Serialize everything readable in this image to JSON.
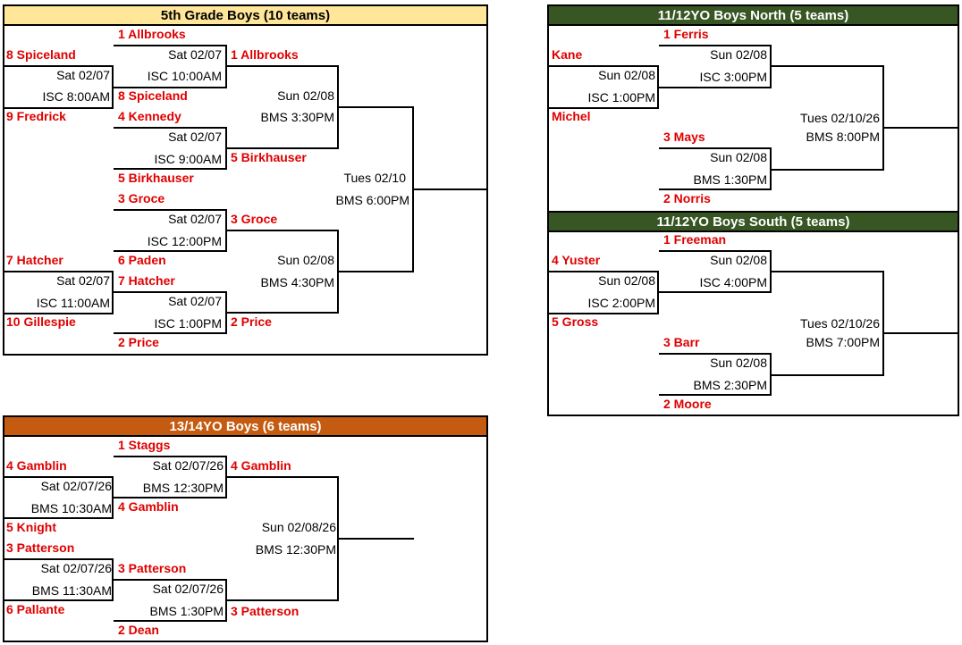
{
  "grade5": {
    "title": "5th Grade Boys (10 teams)",
    "title_bg": "#ffe699",
    "t1": "1 Allbrooks",
    "t8": "8 Spiceland",
    "t9": "9 Fredrick",
    "g1_date": "Sat 02/07",
    "g1_time": "ISC 8:00AM",
    "g2_date": "Sat 02/07",
    "g2_time": "ISC 10:00AM",
    "w_top1": "1 Allbrooks",
    "w_spiceland": "8 Spiceland",
    "t4": "4 Kennedy",
    "g3_date": "Sat 02/07",
    "g3_time": "ISC 9:00AM",
    "w_birk": "5 Birkhauser",
    "t5": "5 Birkhauser",
    "g4_date": "Sun 02/08",
    "g4_time": "BMS 3:30PM",
    "t3": "3 Groce",
    "g5_date": "Sat 02/07",
    "g5_time": "ISC 12:00PM",
    "w_groce": "3 Groce",
    "t7": "7 Hatcher",
    "t6": "6 Paden",
    "g6_date": "Sat 02/07",
    "g6_time": "ISC 11:00AM",
    "w_hatcher": "7 Hatcher",
    "t10": "10 Gillespie",
    "g7_date": "Sat 02/07",
    "g7_time": "ISC 1:00PM",
    "w_price": "2 Price",
    "t2": "2 Price",
    "g8_date": "Sun 02/08",
    "g8_time": "BMS 4:30PM",
    "final_date": "Tues 02/10",
    "final_time": "BMS 6:00PM"
  },
  "north": {
    "title": "11/12YO Boys North (5 teams)",
    "title_bg": "#375623",
    "t1": "1 Ferris",
    "kane": "Kane",
    "michel": "Michel",
    "g1_date": "Sun 02/08",
    "g1_time": "ISC 1:00PM",
    "g2_date": "Sun 02/08",
    "g2_time": "ISC 3:00PM",
    "t3": "3 Mays",
    "g3_date": "Sun 02/08",
    "g3_time": "BMS 1:30PM",
    "t2": "2 Norris",
    "final_date": "Tues 02/10/26",
    "final_time": "BMS 8:00PM"
  },
  "south": {
    "title": "11/12YO Boys South (5 teams)",
    "title_bg": "#375623",
    "t1": "1 Freeman",
    "t4": "4 Yuster",
    "t5": "5 Gross",
    "g1_date": "Sun 02/08",
    "g1_time": "ISC 2:00PM",
    "g2_date": "Sun 02/08",
    "g2_time": "ISC 4:00PM",
    "t3": "3 Barr",
    "g3_date": "Sun 02/08",
    "g3_time": "BMS 2:30PM",
    "t2": "2 Moore",
    "final_date": "Tues 02/10/26",
    "final_time": "BMS 7:00PM"
  },
  "boys1314": {
    "title": "13/14YO Boys (6 teams)",
    "title_bg": "#c55a11",
    "t1": "1 Staggs",
    "t4": "4 Gamblin",
    "g1_date": "Sat 02/07/26",
    "g1_time": "BMS 10:30AM",
    "g2_date": "Sat 02/07/26",
    "g2_time": "BMS 12:30PM",
    "w_gamblin_a": "4 Gamblin",
    "w_gamblin_b": "4 Gamblin",
    "t5": "5 Knight",
    "t3": "3 Patterson",
    "g3_date": "Sat 02/07/26",
    "g3_time": "BMS 11:30AM",
    "w_patterson_a": "3 Patterson",
    "g4_date": "Sat 02/07/26",
    "g4_time": "BMS 1:30PM",
    "w_patterson_b": "3 Patterson",
    "t6": "6 Pallante",
    "t2": "2 Dean",
    "final_date": "Sun 02/08/26",
    "final_time": "BMS 12:30PM"
  }
}
